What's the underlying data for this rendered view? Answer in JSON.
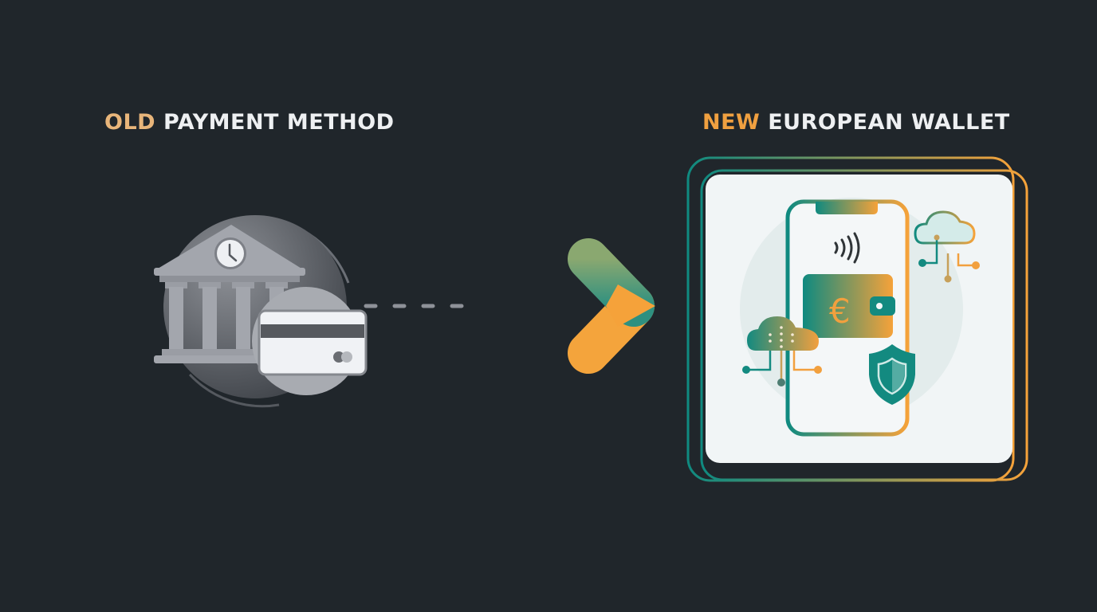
{
  "left_panel": {
    "title_accent": "OLD",
    "title_rest": " PAYMENT METHOD",
    "icons": [
      "bank-icon",
      "clock-icon",
      "credit-card-icon"
    ]
  },
  "right_panel": {
    "title_accent": "NEW",
    "title_rest": " EUROPEAN WALLET",
    "icons": [
      "smartphone-icon",
      "contactless-icon",
      "euro-wallet-icon",
      "cloud-network-icon",
      "shield-icon"
    ]
  },
  "connector": {
    "type": "dashed-line-to-arrow",
    "direction": "right"
  },
  "colors": {
    "background": "#20262b",
    "teal": "#0f8a80",
    "orange": "#f5a23a",
    "old_accent": "#e8b57a",
    "grey": "#9a9ea6",
    "panel_bg": "#f1f5f6"
  }
}
